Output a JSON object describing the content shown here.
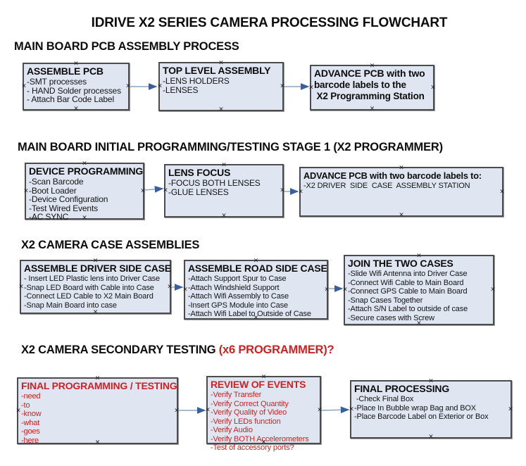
{
  "page": {
    "title": "IDRIVE X2  SERIES CAMERA PROCESSING FLOWCHART"
  },
  "colors": {
    "box_fill": "#dfe6f1",
    "box_border": "#4c4c4c",
    "red_text": "#cc2222",
    "arrow_line": "#8ba5c1",
    "arrow_head": "#3a5f9b"
  },
  "handles": {
    "glyph": "×"
  },
  "sections": [
    {
      "heading": "MAIN BOARD PCB ASSEMBLY PROCESS",
      "boxes": [
        {
          "title": "ASSEMBLE PCB",
          "items": [
            "-SMT processes",
            "- HAND Solder processes",
            "- Attach Bar Code Label"
          ]
        },
        {
          "title": "TOP LEVEL ASSEMBLY",
          "items": [
            "-LENS HOLDERS",
            "-LENSES"
          ]
        },
        {
          "title": "ADVANCE PCB with two",
          "items": [
            "barcode labels to the",
            " X2 Programming Station"
          ]
        }
      ]
    },
    {
      "heading": "MAIN BOARD INITIAL PROGRAMMING/TESTING STAGE 1 (X2 PROGRAMMER)",
      "boxes": [
        {
          "title": "DEVICE PROGRAMMING",
          "items": [
            "-Scan Barcode",
            "-Boot Loader",
            "-Device Configuration",
            "-Test Wired Events",
            "-AC SYNC"
          ]
        },
        {
          "title": "LENS FOCUS",
          "items": [
            "-FOCUS BOTH LENSES",
            "-GLUE LENSES"
          ]
        },
        {
          "title": "ADVANCE PCB with two barcode labels to:",
          "items": [
            "-X2 DRIVER  SIDE  CASE  ASSEMBLY STATION"
          ]
        }
      ]
    },
    {
      "heading": "X2 CAMERA CASE ASSEMBLIES",
      "boxes": [
        {
          "title": "ASSEMBLE DRIVER SIDE CASE",
          "items": [
            "- Insert LED Plastic lens into Driver Case",
            "-Snap LED Board with Cable into Case",
            "-Connect LED Cable to X2 Main Board",
            "-Snap Main Board into case"
          ]
        },
        {
          "title": "ASSEMBLE ROAD SIDE CASE",
          "items": [
            "-Attach Support Spur to Case",
            "-Attach Windshield Support",
            "-Attach Wifi Assembly to Case",
            "-Insert GPS Module into Case",
            "-Attach Wifi Label to Outside of Case"
          ]
        },
        {
          "title": "JOIN THE TWO CASES",
          "items": [
            "-Slide Wifi Antenna into Driver Case",
            "-Connect Wifi Cable to Main Board",
            "-Connect GPS Cable to Main Board",
            "-Snap Cases Together",
            "-Attach S/N Label to outside of case",
            "-Secure cases with Screw"
          ]
        }
      ]
    },
    {
      "heading": "X2 CAMERA SECONDARY TESTING ",
      "heading_red": " (x6 PROGRAMMER)?",
      "boxes": [
        {
          "title": "FINAL PROGRAMMING / TESTING",
          "items": [
            "-need",
            "-to",
            "-know",
            "-what",
            "-goes",
            "-here"
          ]
        },
        {
          "title": "REVIEW OF EVENTS",
          "items": [
            "-Verify Transfer",
            "-Verify Correct Quantity",
            "-Verify Quality of Video",
            "-Verify LEDs function",
            "-Verify Audio",
            "-Verify BOTH Accelerometers",
            "-Test of accessory ports?"
          ]
        },
        {
          "title": "FINAL PROCESSING",
          "items": [
            " -Check Final Box",
            "-Place In Bubble wrap Bag and BOX",
            "-Place Barcode Label on Exterior or Box"
          ]
        }
      ]
    }
  ]
}
